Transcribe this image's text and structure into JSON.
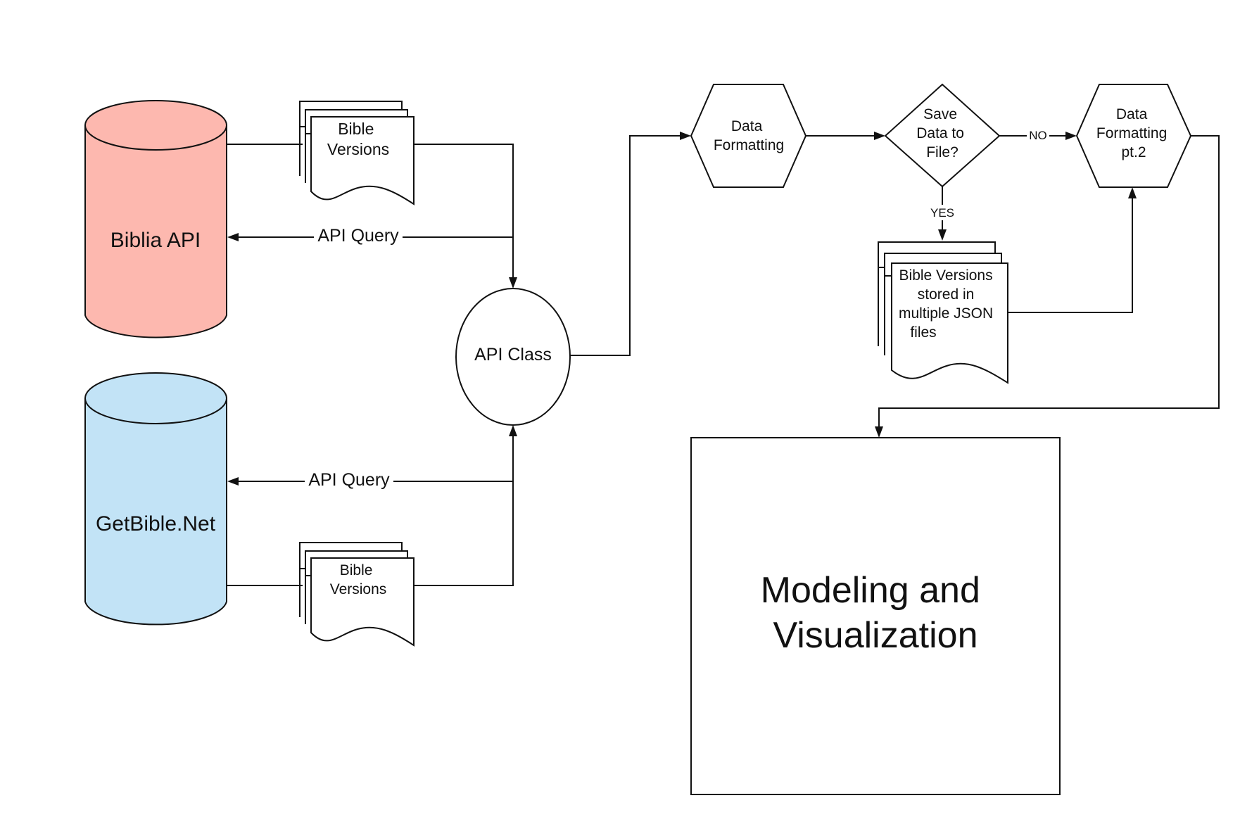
{
  "colors": {
    "biblia_fill": "#FDB8AF",
    "getbible_fill": "#C2E3F6",
    "stroke": "#111111",
    "background": "#FFFFFF"
  },
  "nodes": {
    "biblia_api": "Biblia API",
    "getbible_net": "GetBible.Net",
    "bible_versions_top": [
      "Bible",
      "Versions"
    ],
    "bible_versions_bottom": [
      "Bible",
      "Versions"
    ],
    "api_class": "API Class",
    "data_formatting": [
      "Data",
      "Formatting"
    ],
    "save_decision": [
      "Save",
      "Data to",
      "File?"
    ],
    "data_formatting_2": [
      "Data",
      "Formatting",
      "pt.2"
    ],
    "json_files": [
      "Bible Versions",
      "stored in",
      "multiple JSON",
      "files"
    ],
    "modeling": [
      "Modeling and",
      "Visualization"
    ]
  },
  "edges": {
    "api_query_top": "API Query",
    "api_query_bottom": "API Query",
    "no_label": "NO",
    "yes_label": "YES"
  }
}
